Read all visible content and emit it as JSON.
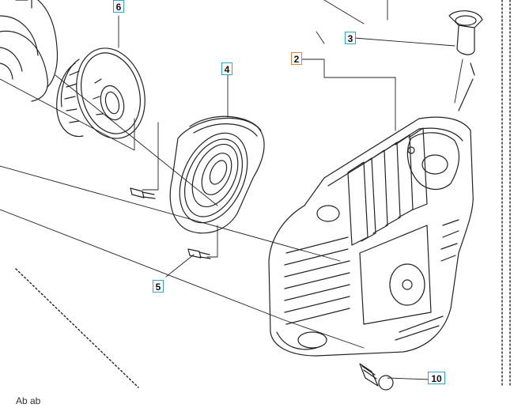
{
  "callouts": {
    "c6": "6",
    "c4": "4",
    "c3": "3",
    "c2": "2",
    "c5": "5",
    "c10": "10"
  },
  "footer": "Ab ab",
  "colors": {
    "callout_border_blue": "#2aa7d6",
    "callout_border_orange": "#e0823a",
    "line": "#222222"
  }
}
